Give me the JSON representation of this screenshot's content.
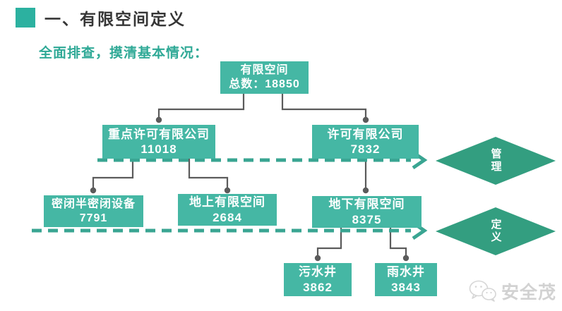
{
  "page": {
    "title": "一、有限空间定义",
    "subtitle": "全面排查，摸清基本情况："
  },
  "diagram": {
    "nodes": [
      {
        "id": "total",
        "line1": "有限空间",
        "line2": "总数：18850"
      },
      {
        "id": "key-licensed",
        "line1": "重点许可有限公司",
        "line2": "11018"
      },
      {
        "id": "licensed",
        "line1": "许可有限公司",
        "line2": "7832"
      },
      {
        "id": "closed-equipment",
        "line1": "密闭半密闭设备",
        "line2": "7791"
      },
      {
        "id": "above-ground",
        "line1": "地上有限空间",
        "line2": "2684"
      },
      {
        "id": "underground",
        "line1": "地下有限空间",
        "line2": "8375"
      },
      {
        "id": "sewage-well",
        "line1": "污水井",
        "line2": "3862"
      },
      {
        "id": "rain-well",
        "line1": "雨水井",
        "line2": "3843"
      }
    ],
    "diamonds": [
      {
        "id": "management",
        "label": "管理"
      },
      {
        "id": "definition",
        "label": "定义"
      }
    ]
  },
  "watermark": {
    "text": "安全茂",
    "icon": "wechat-icon"
  },
  "colors": {
    "box": "#45b7a4",
    "diamond": "#339e80",
    "dashed_line": "#39a592",
    "connector": "#5b5b5b",
    "accent": "#2cb1a0",
    "subtitle": "#2fa996",
    "title_text": "#363636"
  }
}
